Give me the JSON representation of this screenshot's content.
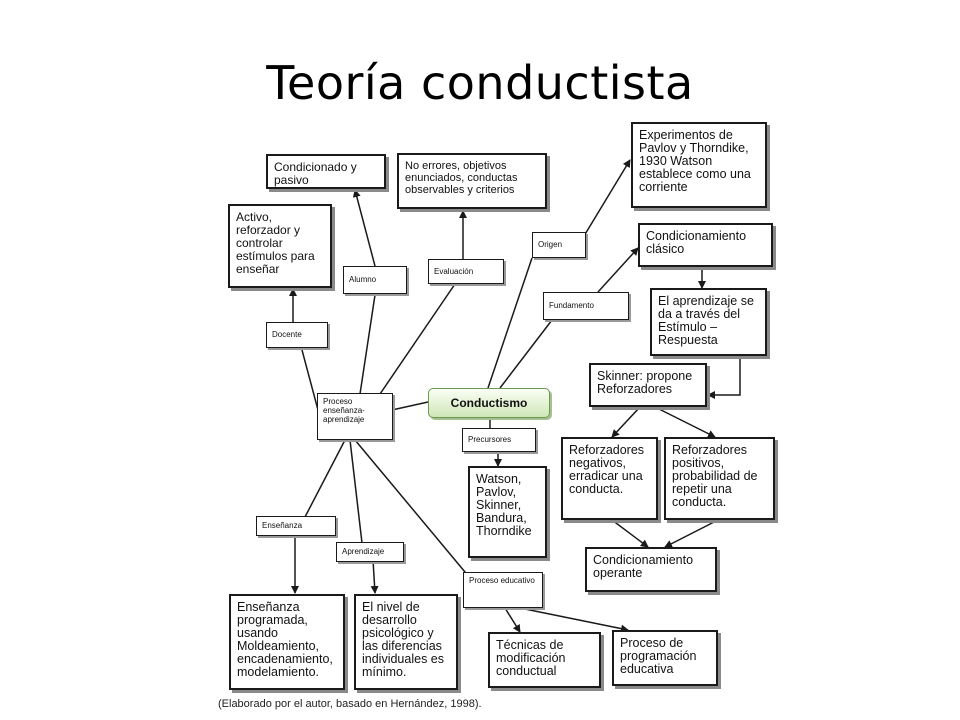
{
  "title": "Teoría conductista",
  "diagram": {
    "central": "Conductismo",
    "nodes": {
      "proceso_ea": "Proceso enseñanza-aprendizaje",
      "docente": "Docente",
      "alumno": "Alumno",
      "evaluacion": "Evaluación",
      "docente_desc": "Activo, reforzador y controlar estímulos para enseñar",
      "alumno_desc": "Condicionado y pasivo",
      "evaluacion_desc": "No errores, objetivos enunciados, conductas observables y criterios",
      "origen": "Origen",
      "origen_desc": "Experimentos de Pavlov y Thorndike, 1930 Watson establece como una corriente",
      "fundamento": "Fundamento",
      "cond_clasico": "Condicionamiento clásico",
      "aprendizaje_estimulo": "El aprendizaje se da a través del Estímulo – Respuesta",
      "skinner": "Skinner: propone Reforzadores",
      "ref_negativos": "Reforzadores negativos, erradicar una conducta.",
      "ref_positivos": "Reforzadores positivos, probabilidad de repetir una conducta.",
      "cond_operante": "Condicionamiento operante",
      "precursores": "Precursores",
      "precursores_desc": "Watson, Pavlov, Skinner, Bandura, Thorndike",
      "ensenanza": "Enseñanza",
      "aprendizaje": "Aprendizaje",
      "proceso_educativo": "Proceso educativo",
      "ensenanza_desc": "Enseñanza programada, usando Moldeamiento, encadenamiento, modelamiento.",
      "aprendizaje_desc": "El nivel de desarrollo psicológico y las diferencias individuales es mínimo.",
      "tecnicas": "Técnicas de modificación conductual",
      "programacion": "Proceso de programación educativa"
    },
    "caption": "(Elaborado por el autor, basado en Hernández, 1998)."
  }
}
